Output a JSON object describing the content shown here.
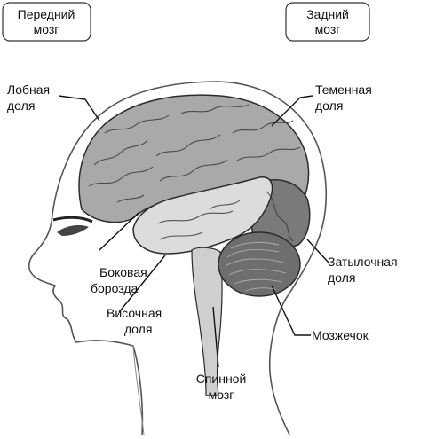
{
  "boxes": {
    "forebrain": {
      "line1": "Передний",
      "line2": "мозг"
    },
    "hindbrain": {
      "line1": "Задний",
      "line2": "мозг"
    }
  },
  "labels": {
    "frontal_lobe": {
      "line1": "Лобная",
      "line2": "доля"
    },
    "parietal_lobe": {
      "line1": "Теменная",
      "line2": "доля"
    },
    "lateral_sulcus": {
      "line1": "Боковая",
      "line2": "борозда"
    },
    "occipital_lobe": {
      "line1": "Затылочная",
      "line2": "доля"
    },
    "temporal_lobe": {
      "line1": "Височная",
      "line2": "доля"
    },
    "cerebellum": {
      "line1": "Мозжечок"
    },
    "spinal_cord": {
      "line1": "Спинной",
      "line2": "мозг"
    }
  },
  "colors": {
    "frontal": "#a9a9a9",
    "temporal": "#dcdcdc",
    "occipital": "#7a7a7a",
    "cerebellum": "#6e6e6e",
    "stem": "#cfcfcf",
    "outline": "#2b2b2b",
    "leader": "#111111"
  }
}
